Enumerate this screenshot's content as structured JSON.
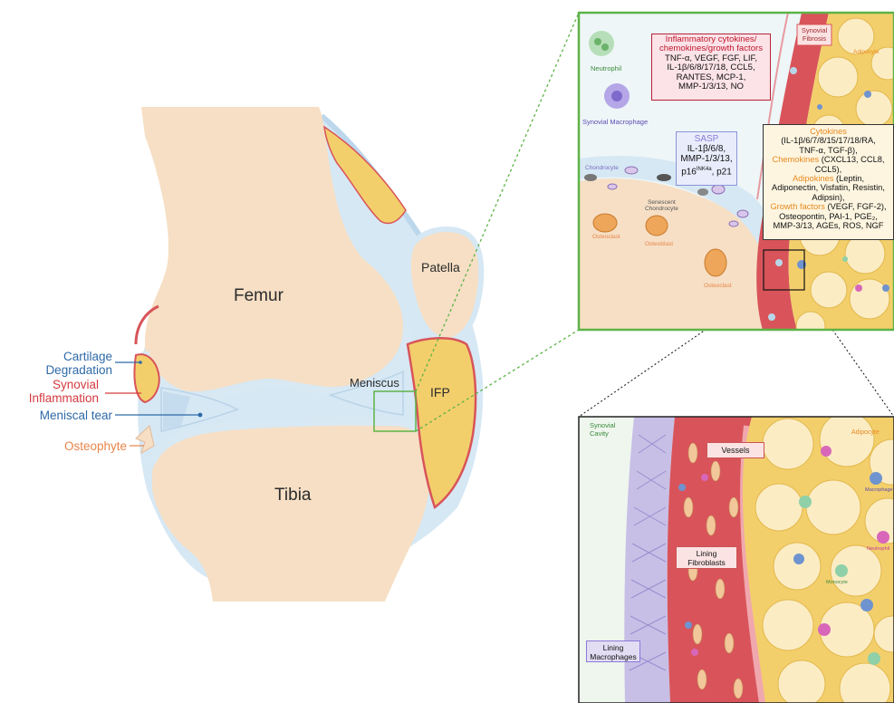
{
  "knee": {
    "femur": "Femur",
    "tibia": "Tibia",
    "patella": "Patella",
    "meniscus": "Meniscus",
    "ifp": "IFP"
  },
  "annotations": {
    "cartilage_1": "Cartilage",
    "cartilage_2": "Degradation",
    "synovial_1": "Synovial",
    "synovial_2": "Inflammation",
    "meniscal_tear": "Meniscal tear",
    "osteophyte": "Osteophyte"
  },
  "top_panel": {
    "neutrophil": "Neutrophil",
    "synovial_macrophage": "Synovial Macrophage",
    "chondrocyte": "Chondrocyte",
    "senescent_1": "Senescent",
    "senescent_2": "Chondrocyte",
    "osteoclast_a": "Osteoclast",
    "osteoblast": "Osteoblast",
    "osteoclast_b": "Osteoclast",
    "adipocyte": "Adipocyte",
    "fibrosis_1": "Synovial",
    "fibrosis_2": "Fibrosis",
    "inflammatory_box": {
      "title_1": "Inflammatory cytokines/",
      "title_2": "chemokines/growth factors",
      "lines": [
        "TNF-α, VEGF, FGF, LIF,",
        "IL-1β/6/8/17/18, CCL5,",
        "RANTES, MCP-1,",
        "MMP-1/3/13, NO"
      ]
    },
    "sasp_box": {
      "title": "SASP",
      "line1": "IL-1β/6/8,",
      "line2": "MMP-1/3/13,",
      "line3_a": "p16",
      "line3_sup": "INK4a",
      "line3_b": ", p21"
    },
    "cytokines_box": {
      "cyto_title": "Cytokines",
      "cyto_1": "(IL-1β/6/7/8/15/17/18/RA,",
      "cyto_2": "TNF-α, TGF-β),",
      "chemo_title": "Chemokines",
      "chemo_1": " (CXCL13, CCL8,",
      "chemo_2": "CCL5),",
      "adipo_title": "Adipokines",
      "adipo_1": " (Leptin,",
      "adipo_2": "Adiponectin, Visfatin, Resistin,",
      "adipo_3": "Adipsin),",
      "growth_title": "Growth factors",
      "growth_1": " (VEGF, FGF-2),",
      "growth_2": "Osteopontin, PAI-1, PGE₂,",
      "growth_3": "MMP-3/13, AGEs, ROS, NGF"
    }
  },
  "bottom_panel": {
    "synovial_cavity_1": "Synovial",
    "synovial_cavity_2": "Cavity",
    "vessels": "Vessels",
    "lining_fibroblasts_1": "Lining",
    "lining_fibroblasts_2": "Fibroblasts",
    "lining_macrophages_1": "Lining",
    "lining_macrophages_2": "Macrophages",
    "adipocyte": "Adipocyte",
    "macrophage": "Macrophage",
    "neutrophil": "Neutrophil",
    "monocyte": "Monocyte"
  },
  "colors": {
    "bone": "#f6dfc5",
    "cartilage": "#d9e9f4",
    "fat": "#f3cf6c",
    "synovium_red": "#d8545a",
    "panel_border": "#5db347",
    "cartilage_blue": "#2e6aa8",
    "inflammation_red": "#d43a3f",
    "osteophyte_orange": "#e8854a",
    "sasp_purple": "#8a7ad8",
    "growth_orange": "#e8891e"
  }
}
